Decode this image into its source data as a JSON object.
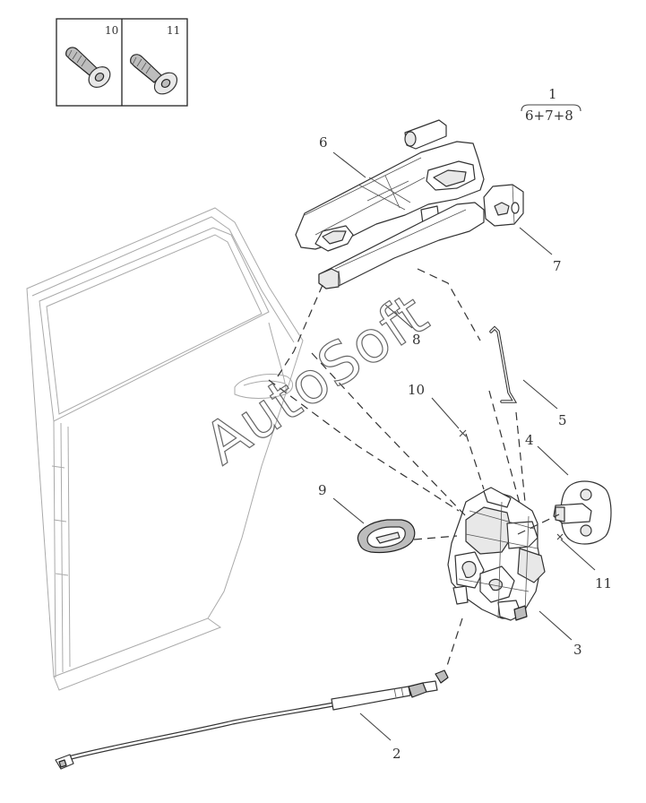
{
  "callouts": {
    "c1": "1",
    "c1_sub": "6+7+8",
    "c2": "2",
    "c3": "3",
    "c4": "4",
    "c5": "5",
    "c6": "6",
    "c7": "7",
    "c8": "8",
    "c9": "9",
    "c10": "10",
    "c11": "11"
  },
  "inset": {
    "left_label": "10",
    "right_label": "11"
  },
  "watermark": "AutoSoft"
}
